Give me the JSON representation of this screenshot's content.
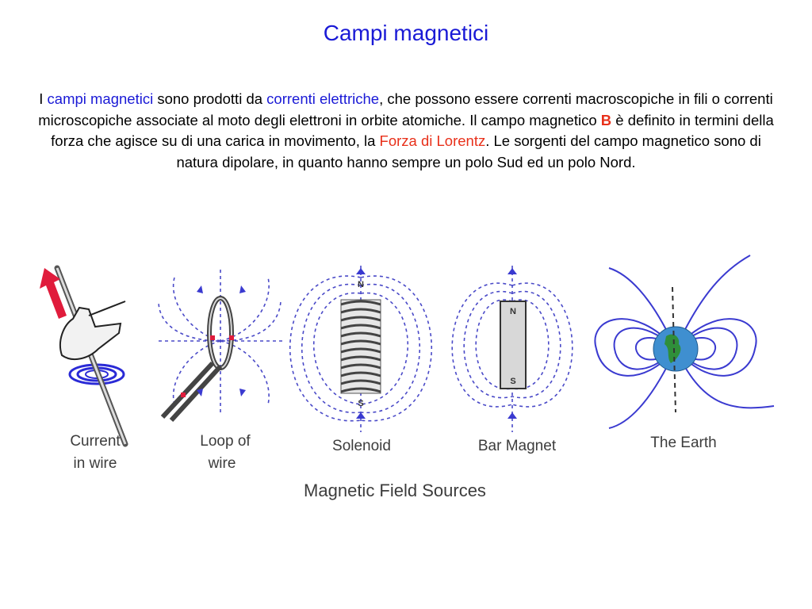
{
  "title": "Campi magnetici",
  "intro": {
    "p1": "I ",
    "link1": "campi magnetici",
    "p2": " sono prodotti da ",
    "link2": "correnti elettriche",
    "p3": ", che possono essere correnti macroscopiche in fili o correnti microscopiche associate al moto degli elettroni in orbite atomiche. Il campo magnetico ",
    "symbol": "B",
    "p4": " è definito in termini della forza che agisce su di una carica in movimento, la ",
    "link3": "Forza di Lorentz",
    "p5": ". Le sorgenti del campo magnetico sono di natura dipolare, in quanto hanno sempre un polo Sud ed un polo Nord."
  },
  "figure": {
    "caption": "Magnetic Field Sources",
    "panels": [
      {
        "label_line1": "Current",
        "label_line2": "in wire"
      },
      {
        "label_line1": "Loop of",
        "label_line2": "wire"
      },
      {
        "label_line1": "Solenoid",
        "label_line2": ""
      },
      {
        "label_line1": "Bar Magnet",
        "label_line2": ""
      },
      {
        "label_line1": "The Earth",
        "label_line2": ""
      }
    ],
    "pole_north": "N",
    "pole_south": "S"
  },
  "colors": {
    "title_blue": "#1a1ad6",
    "highlight_red": "#e8301a",
    "field_blue": "#4a4ac8"
  }
}
